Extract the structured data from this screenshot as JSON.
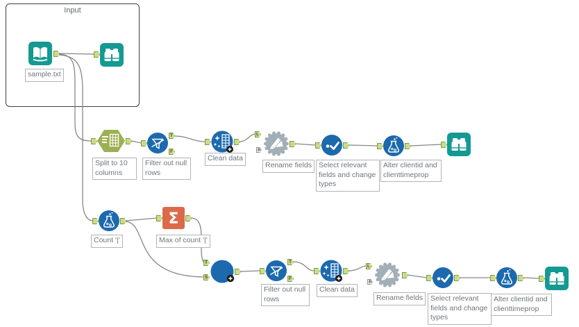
{
  "container": {
    "label": "Input"
  },
  "tools": {
    "input": {
      "label": "sample.txt",
      "icon": "input-data-book"
    },
    "browse_top": {
      "icon": "browse-binoculars"
    },
    "split": {
      "label": "Split to 10 columns",
      "icon": "text-to-columns-hexagon"
    },
    "filter_top": {
      "label": "Filter out null rows",
      "icon": "filter-funnel"
    },
    "clean_top": {
      "label": "Clean data",
      "icon": "data-cleansing-sparkle-grid"
    },
    "rename_top": {
      "label": "Rename fields",
      "icon": "dynamic-rename-gear-pencil"
    },
    "select_top": {
      "label": "Select relevant fields and change types",
      "icon": "select-dot-check"
    },
    "formula_top": {
      "label": "Alter clientid and clienttimeprop",
      "icon": "formula-flask"
    },
    "browse_top_end": {
      "icon": "browse-binoculars"
    },
    "count": {
      "label": "Count '|'",
      "icon": "formula-flask"
    },
    "summarize": {
      "label": "Max of count '|'",
      "icon": "summarize-sigma"
    },
    "append": {
      "icon": "append-fields-plus"
    },
    "filter_bottom": {
      "label": "Filter out null rows",
      "icon": "filter-funnel"
    },
    "clean_bottom": {
      "label": "Clean data",
      "icon": "data-cleansing-sparkle-grid"
    },
    "rename_bottom": {
      "label": "Rename fields",
      "icon": "dynamic-rename-gear-pencil"
    },
    "select_bottom": {
      "label": "Select relevant fields and change types",
      "icon": "select-dot-check"
    },
    "formula_bottom": {
      "label": "Alter clientid and clienttimeprop",
      "icon": "formula-flask"
    },
    "browse_bottom": {
      "icon": "browse-binoculars"
    }
  },
  "anchors": {
    "true": "T",
    "false": "F",
    "left": "L",
    "right": "R",
    "target": "T",
    "source": "S"
  },
  "colors": {
    "teal": "#149a92",
    "blue": "#1c69ae",
    "hex_green": "#9db052",
    "orange": "#dc6a49",
    "gear_gray": "#a3afb7",
    "anchor_fill": "#c9db8e",
    "anchor_border": "#7b9b3d",
    "wire": "#868686",
    "label_text": "#6e777c"
  }
}
